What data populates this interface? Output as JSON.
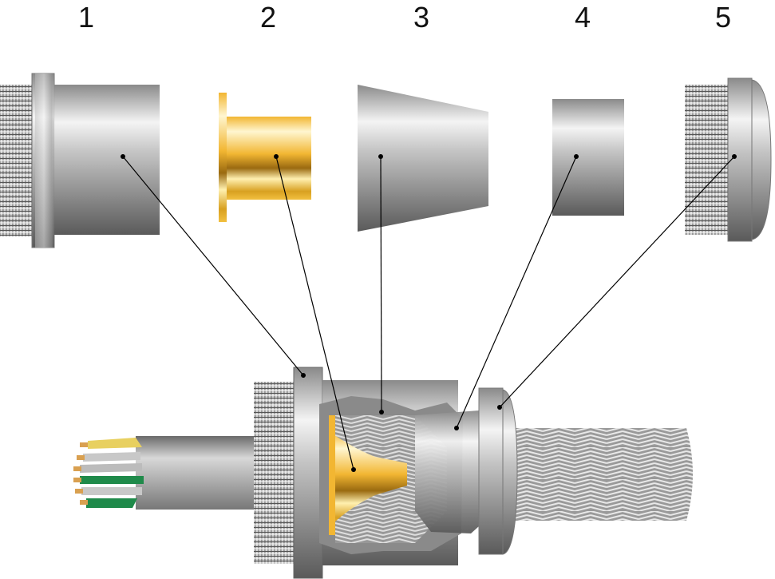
{
  "labels": [
    "1",
    "2",
    "3",
    "4",
    "5"
  ],
  "colors": {
    "metal_light": "#f2f2f2",
    "metal_mid": "#9a9a9a",
    "metal_dark": "#4a4a4a",
    "brass_light": "#fff2c0",
    "brass": "#f2b632",
    "brass_dark": "#b07a10",
    "cable_jacket": "#8e8e8e",
    "wire_yellow": "#e8d060",
    "wire_green": "#1f8a4a",
    "wire_copper": "#d9a050",
    "leader_line": "#000000",
    "dot": "#000000"
  }
}
